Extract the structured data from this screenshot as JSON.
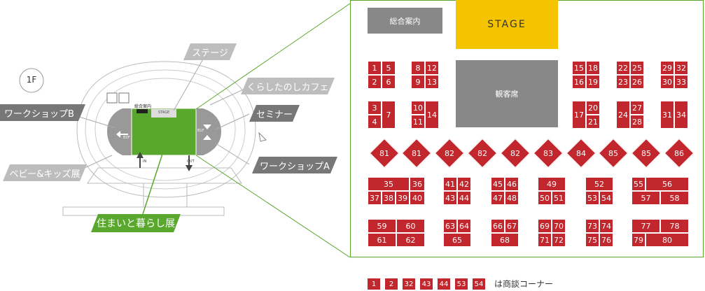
{
  "floor": {
    "label": "1F"
  },
  "overview": {
    "entrance_label": "総合案内",
    "stage_label": "STAGE",
    "left_gate": "B3F",
    "right_gate": "B1F",
    "in_label": "IN",
    "out_label": "OUT"
  },
  "callouts": {
    "stage": "ステージ",
    "cafe": "くらしたのしカフェ",
    "workshop_b": "ワークショップB",
    "seminar": "セミナー",
    "workshop_a": "ワークショップA",
    "baby_kids": "ベビー&キッズ展",
    "housing": "住まいと暮らし展"
  },
  "detail": {
    "info_desk": "総合案内",
    "stage": "STAGE",
    "audience": "観客席"
  },
  "booths": {
    "b1": "1",
    "b2": "2",
    "b5": "5",
    "b6": "6",
    "b8": "8",
    "b9": "9",
    "b12": "12",
    "b13": "13",
    "b3": "3",
    "b4": "4",
    "b7": "7",
    "b10": "10",
    "b11": "11",
    "b14": "14",
    "b15": "15",
    "b16": "16",
    "b18": "18",
    "b19": "19",
    "b22": "22",
    "b23": "23",
    "b25": "25",
    "b26": "26",
    "b29": "29",
    "b30": "30",
    "b32": "32",
    "b33": "33",
    "b17": "17",
    "b20": "20",
    "b21": "21",
    "b24": "24",
    "b27": "27",
    "b28": "28",
    "b31": "31",
    "b34": "34",
    "b35": "35",
    "b36": "36",
    "b37": "37",
    "b38": "38",
    "b39": "39",
    "b40": "40",
    "b41": "41",
    "b42": "42",
    "b43": "43",
    "b44": "44",
    "b45": "45",
    "b46": "46",
    "b47": "47",
    "b48": "48",
    "b49": "49",
    "b50": "50",
    "b51": "51",
    "b52": "52",
    "b53": "53",
    "b54": "54",
    "b55": "55",
    "b56": "56",
    "b57": "57",
    "b58": "58",
    "b59": "59",
    "b60": "60",
    "b61": "61",
    "b62": "62",
    "b63": "63",
    "b64": "64",
    "b65": "65",
    "b66": "66",
    "b67": "67",
    "b68": "68",
    "b69": "69",
    "b70": "70",
    "b71": "71",
    "b72": "72",
    "b73": "73",
    "b74": "74",
    "b75": "75",
    "b76": "76",
    "b77": "77",
    "b78": "78",
    "b79": "79",
    "b80": "80"
  },
  "diamonds": [
    "81",
    "81",
    "82",
    "82",
    "82",
    "83",
    "84",
    "85",
    "85",
    "86"
  ],
  "legend": {
    "items": [
      "1",
      "2",
      "32",
      "43",
      "44",
      "53",
      "54"
    ],
    "text": "は商談コーナー"
  },
  "colors": {
    "booth": "#c1272d",
    "green": "#5aa72e",
    "stage": "#f5c400",
    "gray": "#888888"
  }
}
